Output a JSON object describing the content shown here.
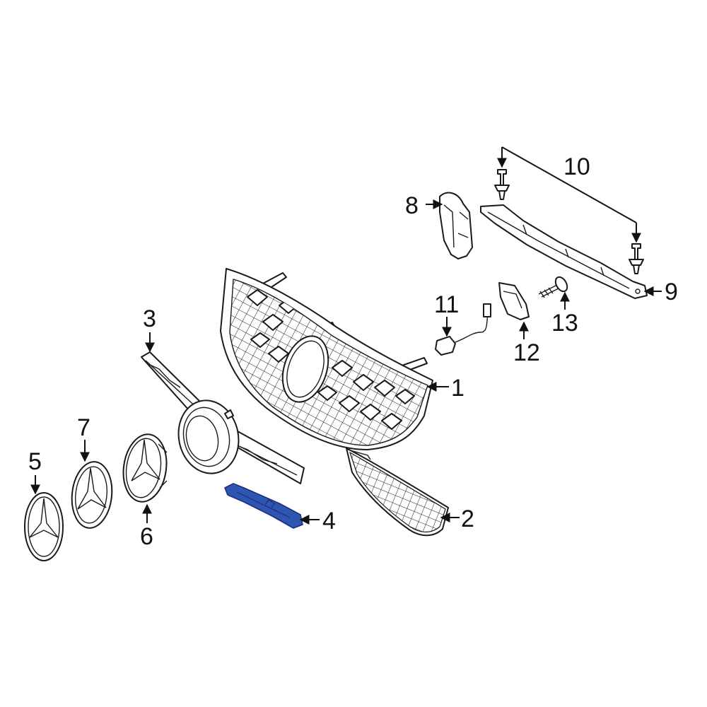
{
  "callouts": {
    "c1": "1",
    "c2": "2",
    "c3": "3",
    "c4": "4",
    "c5": "5",
    "c6": "6",
    "c7": "7",
    "c8": "8",
    "c9": "9",
    "c10": "10",
    "c11": "11",
    "c12": "12",
    "c13": "13"
  },
  "colors": {
    "line": "#1a1a1a",
    "highlight_fill": "#2f55b3",
    "highlight_stroke": "#1c2f7a",
    "background": "#ffffff"
  },
  "highlighted_part": "4"
}
